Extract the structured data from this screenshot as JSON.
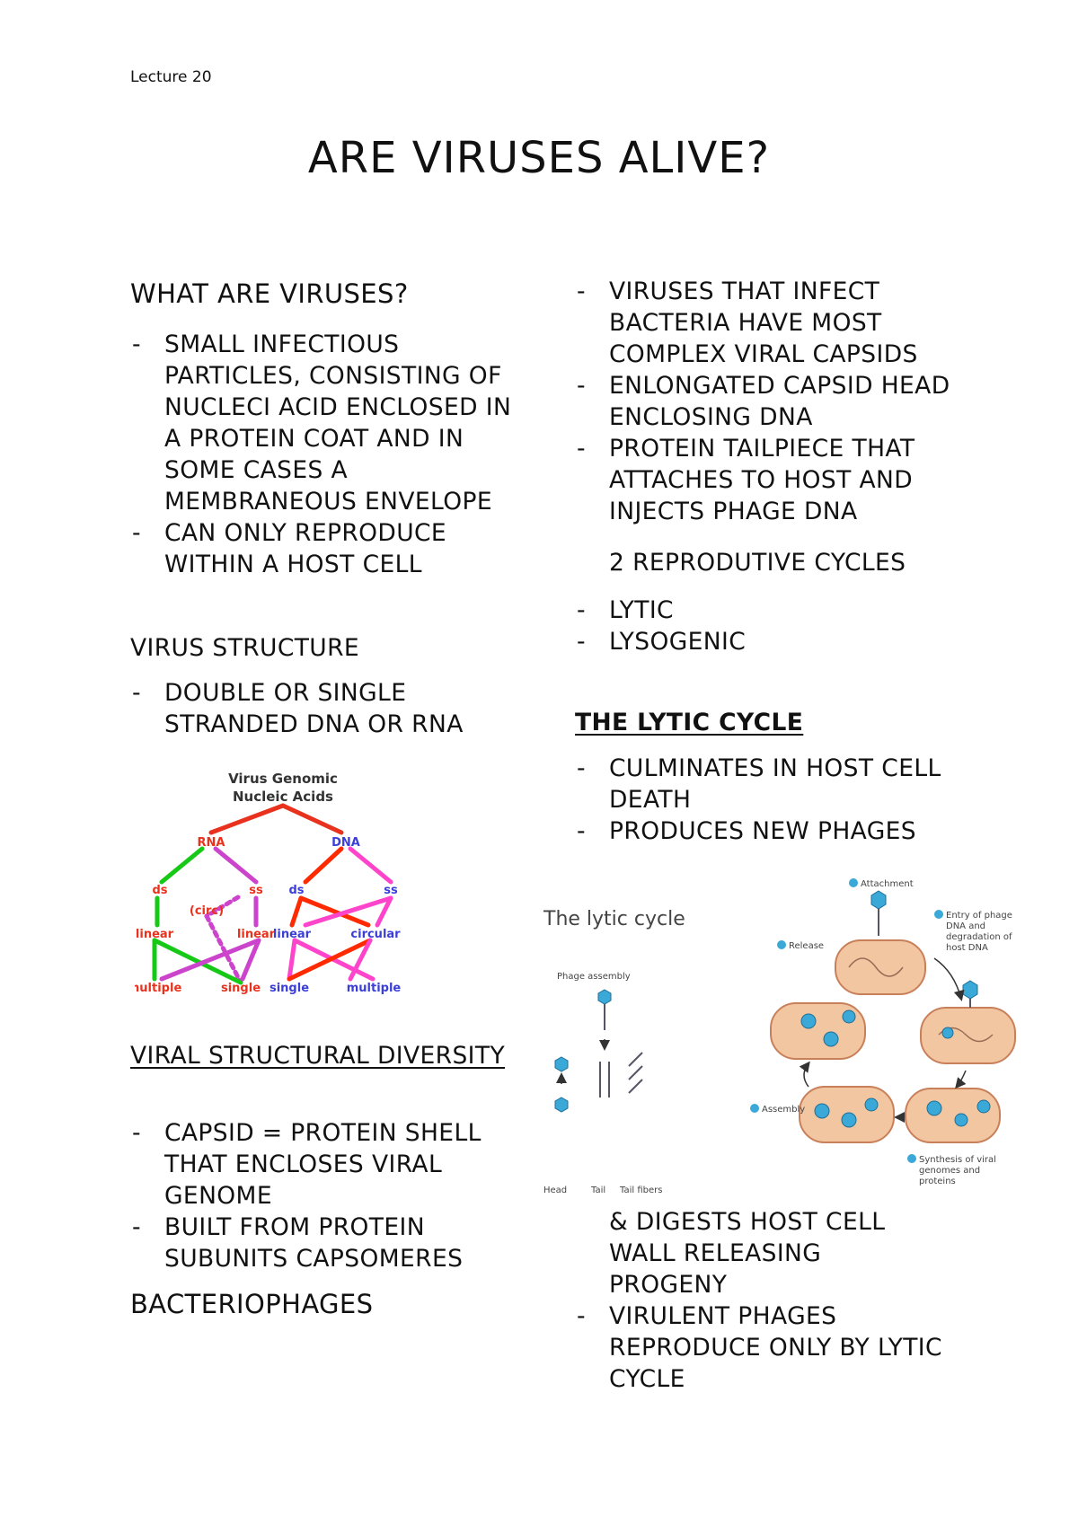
{
  "header": {
    "lecture": "Lecture 20"
  },
  "title": "ARE VIRUSES ALIVE?",
  "left": {
    "what_heading": "WHAT ARE VIRUSES?",
    "what_items": [
      "SMALL INFECTIOUS PARTICLES, CONSISTING OF NUCLECI ACID ENCLOSED IN A PROTEIN COAT AND IN SOME CASES A MEMBRANEOUS ENVELOPE",
      "CAN ONLY REPRODUCE WITHIN A HOST CELL"
    ],
    "structure_heading": "VIRUS STRUCTURE",
    "structure_items": [
      "DOUBLE OR SINGLE STRANDED DNA OR RNA"
    ],
    "genomic_figure": {
      "title_line1": "Virus Genomic",
      "title_line2": "Nucleic Acids",
      "rna": "RNA",
      "dna": "DNA",
      "ds": "ds",
      "ss": "ss",
      "circ": "(circ)",
      "linear": "linear",
      "circular": "circular",
      "multiple": "multiple",
      "single": "single",
      "colors": {
        "rna": "#e8321e",
        "dna": "#3b3fd8",
        "ds": "#17c917",
        "ss": "#cc44cc",
        "dsdna": "#ff2a00"
      }
    },
    "diversity_heading": "VIRAL STRUCTURAL DIVERSITY",
    "diversity_items": [
      "CAPSID = PROTEIN SHELL THAT ENCLOSES VIRAL GENOME",
      "BUILT FROM PROTEIN SUBUNITS CAPSOMERES"
    ],
    "bacteriophages_heading": "BACTERIOPHAGES"
  },
  "right": {
    "phage_items": [
      "VIRUSES THAT INFECT BACTERIA HAVE MOST COMPLEX VIRAL CAPSIDS",
      "ENLONGATED CAPSID HEAD ENCLOSING DNA",
      "PROTEIN TAILPIECE THAT ATTACHES TO HOST AND INJECTS PHAGE DNA"
    ],
    "cycles_line": "2 REPRODUTIVE CYCLES",
    "cycle_items": [
      "LYTIC",
      "LYSOGENIC"
    ],
    "lytic_heading": "THE LYTIC CYCLE",
    "lytic_items": [
      "CULMINATES IN HOST CELL DEATH",
      "PRODUCES NEW PHAGES"
    ],
    "lytic_figure": {
      "title": "The lytic cycle",
      "step1": "Attachment",
      "step2_l1": "Entry of phage",
      "step2_l2": "DNA and",
      "step2_l3": "degradation of",
      "step2_l4": "host DNA",
      "step3_l1": "Synthesis of viral",
      "step3_l2": "genomes and",
      "step3_l3": "proteins",
      "step4": "Assembly",
      "step5": "Release",
      "phage_assembly": "Phage assembly",
      "head": "Head",
      "tail": "Tail",
      "tail_fibers": "Tail fibers",
      "colors": {
        "cell_fill": "#f3c6a2",
        "cell_stroke": "#c8805a",
        "phage": "#3aa9d8"
      }
    },
    "continuation_lines": "& DIGESTS HOST CELL WALL RELEASING PROGENY",
    "final_items": [
      "VIRULENT PHAGES REPRODUCE ONLY BY LYTIC CYCLE"
    ]
  }
}
